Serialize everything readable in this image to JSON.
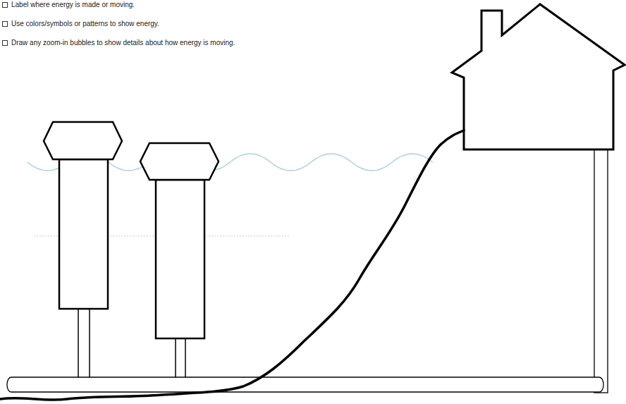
{
  "diagram": {
    "labels": [
      "Label where energy is made or moving.",
      "Use colors/symbols or patterns to show energy.",
      "Draw any zoom-in bubbles to show details about how energy is moving."
    ]
  }
}
